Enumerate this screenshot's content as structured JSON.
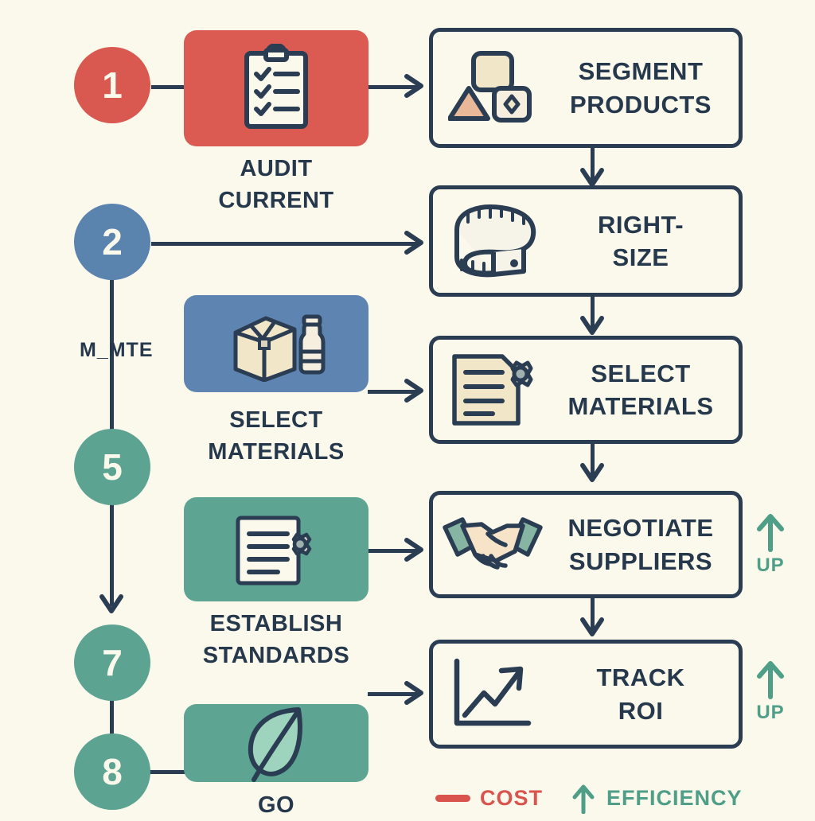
{
  "canvas": {
    "background": "#fbf8ec",
    "ink": "#26384b",
    "red": "#d9584f",
    "blue": "#5a83ae",
    "green": "#5ca392",
    "cream": "#f2e6c8",
    "peach": "#e8b898"
  },
  "rail": {
    "steps": [
      {
        "number": "1",
        "color": "red"
      },
      {
        "number": "2",
        "color": "blue"
      },
      {
        "number": "5",
        "color": "green"
      },
      {
        "number": "7",
        "color": "green"
      },
      {
        "number": "8",
        "color": "green"
      }
    ],
    "tag": "M_MTE"
  },
  "cards": [
    {
      "icon": "clipboard-checklist-icon",
      "color": "red",
      "label": "AUDIT\nCURRENT"
    },
    {
      "icon": "box-and-bottle-icon",
      "color": "blue",
      "label": "SELECT\nMATERIALS"
    },
    {
      "icon": "document-gear-icon",
      "color": "green",
      "label": "ESTABLISH\nSTANDARDS"
    },
    {
      "icon": "leaf-icon",
      "color": "green",
      "label": "GO"
    }
  ],
  "card_labels": {
    "audit": {
      "line1": "AUDIT",
      "line2": "CURRENT"
    },
    "select": {
      "line1": "SELECT",
      "line2": "MATERIALS"
    },
    "establish": {
      "line1": "ESTABLISH",
      "line2": "STANDARDS"
    },
    "go": {
      "line1": "GO",
      "line2": ""
    }
  },
  "flow_boxes": [
    {
      "icon": "shapes-group-icon",
      "line1": "SEGMENT",
      "line2": "PRODUCTS"
    },
    {
      "icon": "tape-measure-icon",
      "line1": "RIGHT-",
      "line2": "SIZE"
    },
    {
      "icon": "document-gear-icon",
      "line1": "SELECT",
      "line2": "MATERIALS"
    },
    {
      "icon": "handshake-icon",
      "line1": "NEGOTIATE",
      "line2": "SUPPLIERS"
    },
    {
      "icon": "growth-chart-icon",
      "line1": "TRACK",
      "line2": "ROI"
    }
  ],
  "indicators": [
    {
      "arrow": "up-arrow-icon",
      "label": "UP",
      "attached_to": "NEGOTIATE SUPPLIERS"
    },
    {
      "arrow": "up-arrow-icon",
      "label": "UP",
      "attached_to": "TRACK ROI"
    }
  ],
  "legend": {
    "cost": {
      "label": "COST",
      "marker": "line-swatch",
      "color": "#d9544c"
    },
    "efficiency": {
      "label": "EFFICIENCY",
      "marker": "up-arrow-icon",
      "color": "#4f9e87"
    }
  }
}
